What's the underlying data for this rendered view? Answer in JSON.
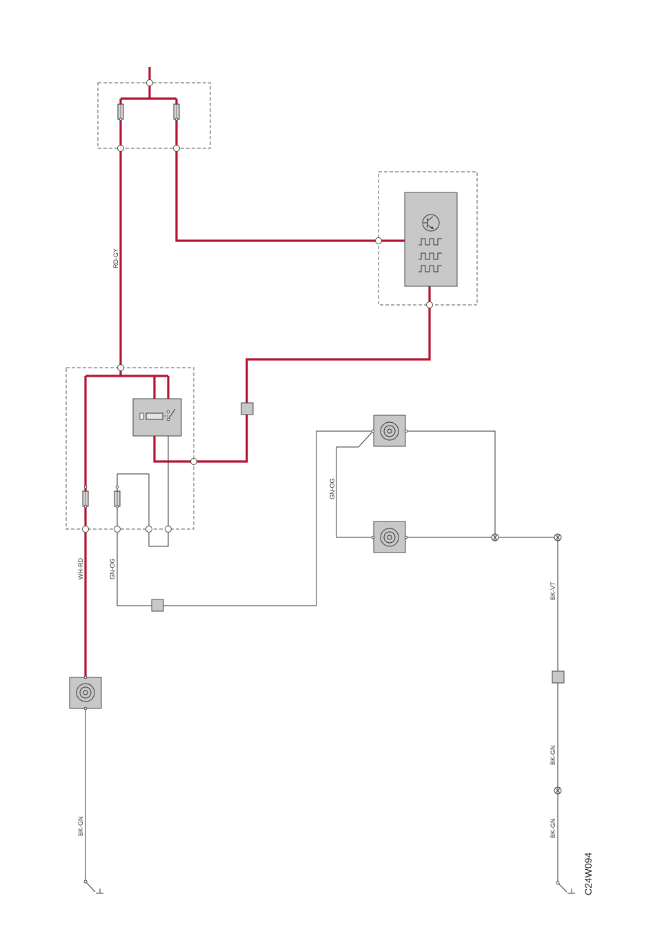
{
  "wire_labels": {
    "rd_gy": "RD-GY",
    "wh_rd": "WH-RD",
    "gn_og_left": "GN-OG",
    "gn_og_right": "GN-OG",
    "bk_gn_left": "BK-GN",
    "bk_vt": "BK-VT",
    "bk_gn_right_upper": "BK-GN",
    "bk_gn_right_lower": "BK-GN"
  },
  "drawing_code": "C24W094",
  "colors": {
    "power_wire": "#b5122e",
    "signal_wire": "#333333",
    "component_fill": "#c8c8c8"
  }
}
